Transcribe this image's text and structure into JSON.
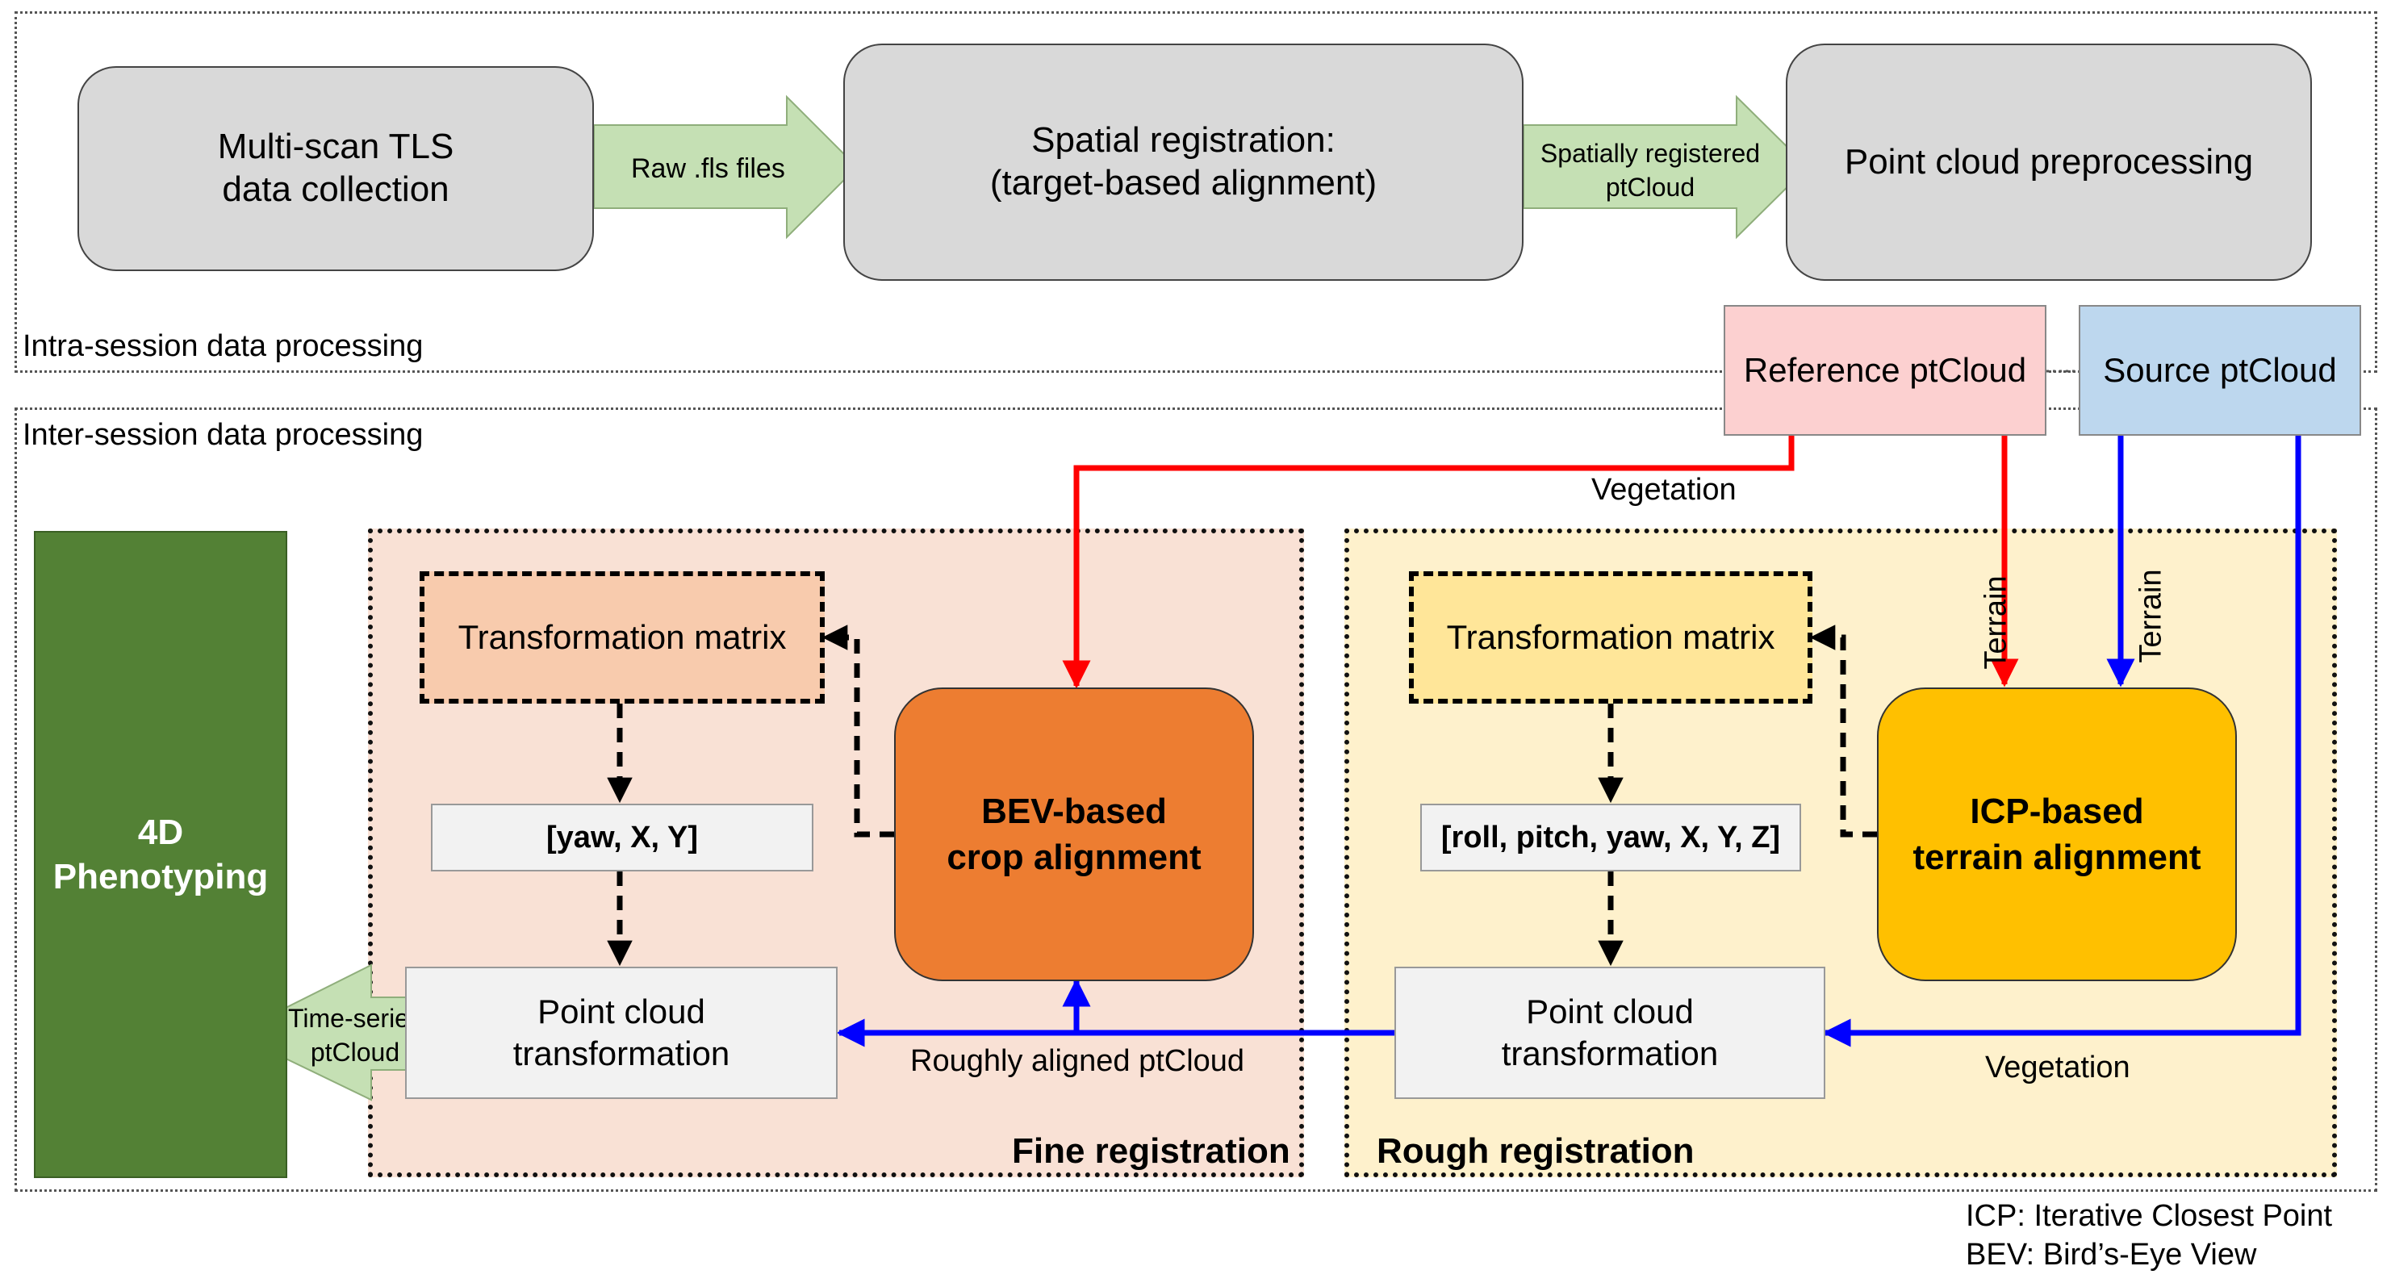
{
  "regions": {
    "intra": "Intra-session data processing",
    "inter": "Inter-session data processing"
  },
  "intra": {
    "step1": "Multi-scan TLS\ndata collection",
    "step2": "Spatial registration:\n(target-based alignment)",
    "step3": "Point cloud preprocessing",
    "arrow1": "Raw .fls files",
    "arrow2": "Spatially registered\nptCloud"
  },
  "ptclouds": {
    "reference": "Reference ptCloud",
    "source": "Source ptCloud"
  },
  "edges": {
    "vegetation_top": "Vegetation",
    "terrain_ref": "Terrain",
    "terrain_src": "Terrain",
    "vegetation_bottom": "Vegetation",
    "roughly_aligned": "Roughly aligned ptCloud",
    "time_series": "Time-series\nptCloud"
  },
  "fine": {
    "title": "Fine registration",
    "matrix": "Transformation matrix",
    "vector": "[yaw, X, Y]",
    "transform": "Point cloud\ntransformation",
    "algorithm": "BEV-based\ncrop alignment"
  },
  "rough": {
    "title": "Rough registration",
    "matrix": "Transformation matrix",
    "vector": "[roll, pitch, yaw, X, Y, Z]",
    "transform": "Point cloud\ntransformation",
    "algorithm": "ICP-based\nterrain alignment"
  },
  "phenotyping": "4D\nPhenotyping",
  "legend": {
    "icp": "ICP: Iterative Closest Point",
    "bev": "BEV: Bird’s-Eye View"
  },
  "colors": {
    "reference_fill": "#fcd0d0",
    "source_fill": "#bdd7ee",
    "fine_fill": "#f9e1d5",
    "rough_fill": "#fef1cc",
    "fine_matrix_fill": "#f8cbad",
    "rough_matrix_fill": "#ffe699",
    "bev_fill": "#ed7d31",
    "icp_fill": "#ffc000",
    "phenotyping_fill": "#538135",
    "green_arrow": "#c5e0b4",
    "red_edge": "#ff0000",
    "blue_edge": "#0000ff"
  }
}
